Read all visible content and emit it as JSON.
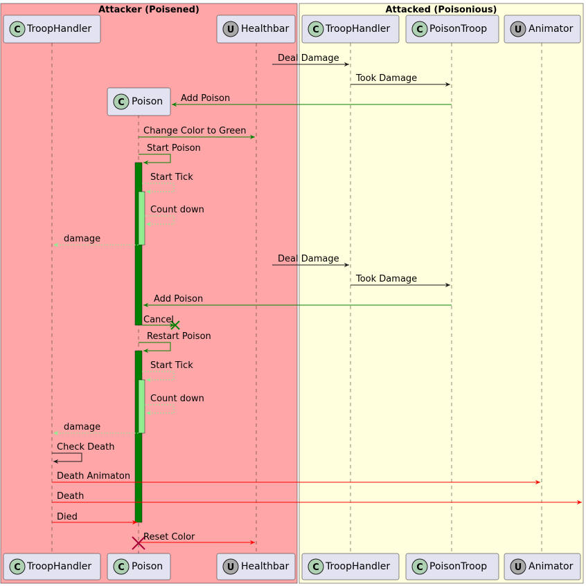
{
  "boxes": {
    "attacker": "Attacker (Poisened)",
    "attacked": "Attacked (Poisonious)"
  },
  "participants": [
    {
      "id": "th1",
      "label": "TroopHandler",
      "stereotype": "C"
    },
    {
      "id": "poison",
      "label": "Poison",
      "stereotype": "C"
    },
    {
      "id": "hb",
      "label": "Healthbar",
      "stereotype": "U"
    },
    {
      "id": "th2",
      "label": "TroopHandler",
      "stereotype": "C"
    },
    {
      "id": "pt",
      "label": "PoisonTroop",
      "stereotype": "C"
    },
    {
      "id": "anim",
      "label": "Animator",
      "stereotype": "U"
    }
  ],
  "messages": [
    "Deal Damage",
    "Took Damage",
    "Add Poison",
    "Change Color to Green",
    "Start Poison",
    "Start Tick",
    "Count down",
    "damage",
    "Deal Damage",
    "Took Damage",
    "Add Poison",
    "Cancel",
    "Restart Poison",
    "Start Tick",
    "Count down",
    "damage",
    "Check Death",
    "Death Animaton",
    "Death",
    "Died",
    "Reset Color"
  ],
  "colors": {
    "attacker_box": "#FFA7A8",
    "attacked_box": "#FFFFDD",
    "participant_fill": "#E2E2F0",
    "class_circle": "#ADD1B2",
    "interface_circle": "#A9A9A9",
    "dark_green": "#008000",
    "light_green": "#90EE90",
    "red": "#FF0000",
    "black": "#181818"
  }
}
